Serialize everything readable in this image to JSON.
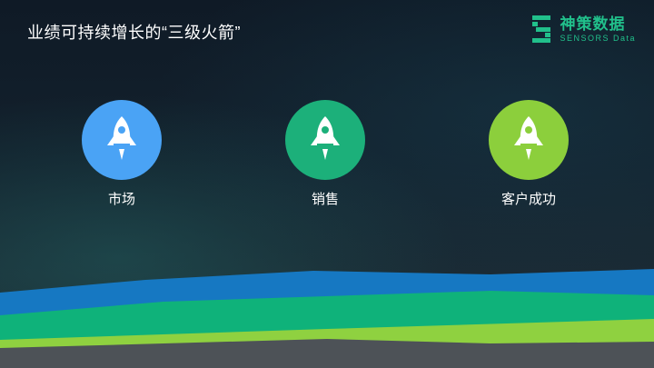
{
  "slide": {
    "title": "业绩可持续增长的“三级火箭”"
  },
  "logo": {
    "cn": "神策数据",
    "en": "SENSORS Data"
  },
  "rockets": [
    {
      "label": "市场",
      "color": "#4aa3f5"
    },
    {
      "label": "销售",
      "color": "#1cb07a"
    },
    {
      "label": "客户成功",
      "color": "#8ccf3c"
    }
  ],
  "colors": {
    "wave_blue": "#1678c2",
    "wave_green": "#0fb27a",
    "wave_lime": "#8fd140",
    "ground": "#4d5257",
    "brand": "#21c08b"
  }
}
